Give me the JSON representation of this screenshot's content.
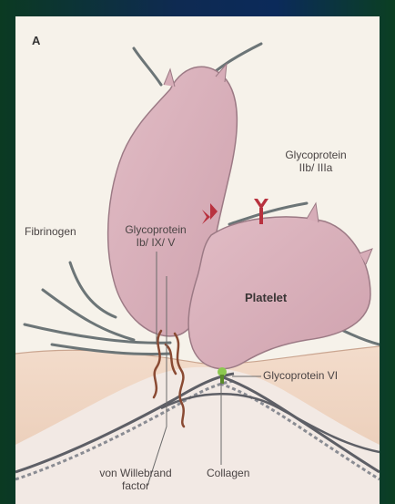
{
  "figure": {
    "panel_letter": "A",
    "labels": {
      "glycoprotein_iib_iiia": [
        "Glycoprotein",
        "IIb/ IIIa"
      ],
      "fibrinogen": "Fibrinogen",
      "glycoprotein_ib_ix_v": [
        "Glycoprotein",
        "Ib/ IX/ V"
      ],
      "platelet": "Platelet",
      "glycoprotein_vi": "Glycoprotein VI",
      "von_willebrand_factor": [
        "von Willebrand",
        "factor"
      ],
      "collagen": "Collagen"
    },
    "colors": {
      "platelet_fill": "#d9b1bb",
      "platelet_stroke": "#9c7a85",
      "fibrinogen": "#6c7577",
      "vwf": "#8a4a33",
      "receptor": "#b8323f",
      "gpvi": "#8cc850",
      "tissue": "#f0d6c3",
      "collagen": "#5e5f66"
    }
  }
}
